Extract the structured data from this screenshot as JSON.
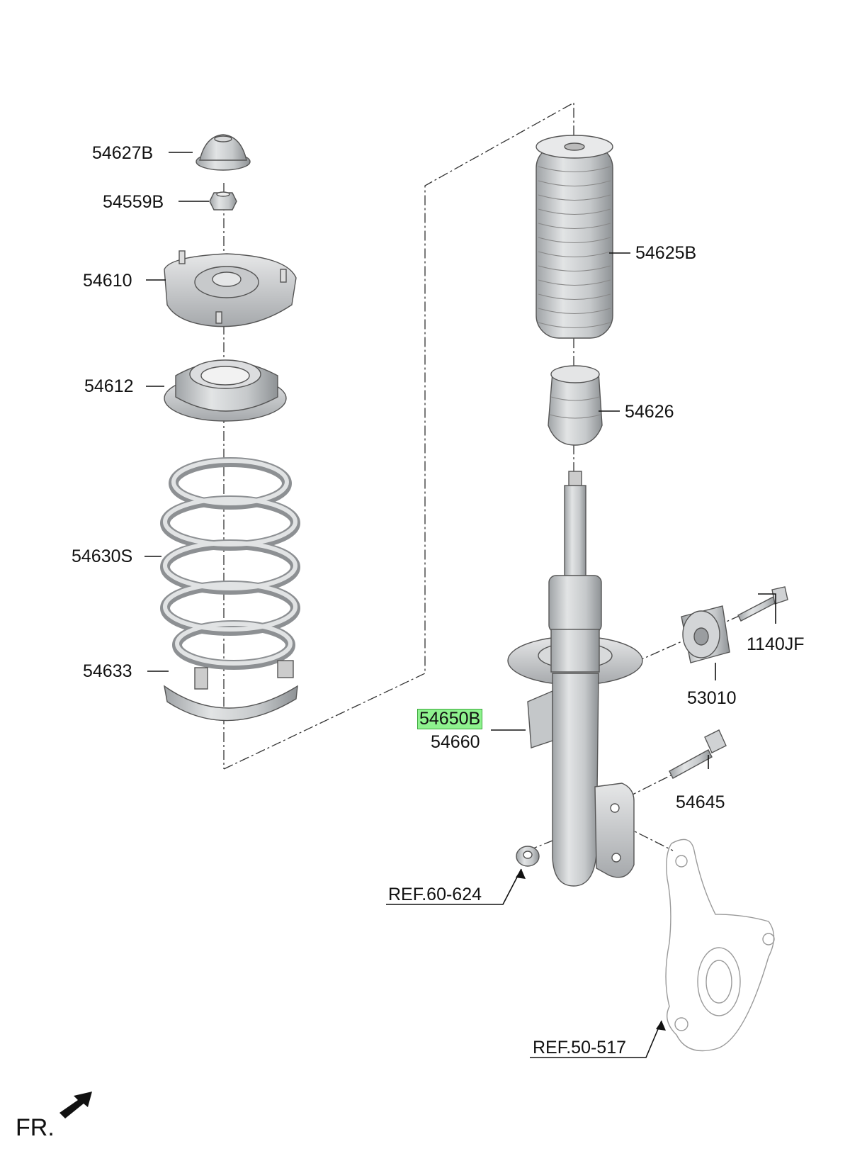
{
  "labels": {
    "p54627B": "54627B",
    "p54559B": "54559B",
    "p54610": "54610",
    "p54612": "54612",
    "p54630S": "54630S",
    "p54633": "54633",
    "p54625B": "54625B",
    "p54626": "54626",
    "p1140JF": "1140JF",
    "p53010": "53010",
    "p54650B": "54650B",
    "p54660": "54660",
    "p54645": "54645",
    "ref60": "REF.60-624",
    "ref50": "REF.50-517"
  },
  "direction_label": "FR.",
  "colors": {
    "highlight": "#8ef28e",
    "part_fill": "#d4d6d8",
    "part_shade": "#b2b5b8"
  }
}
